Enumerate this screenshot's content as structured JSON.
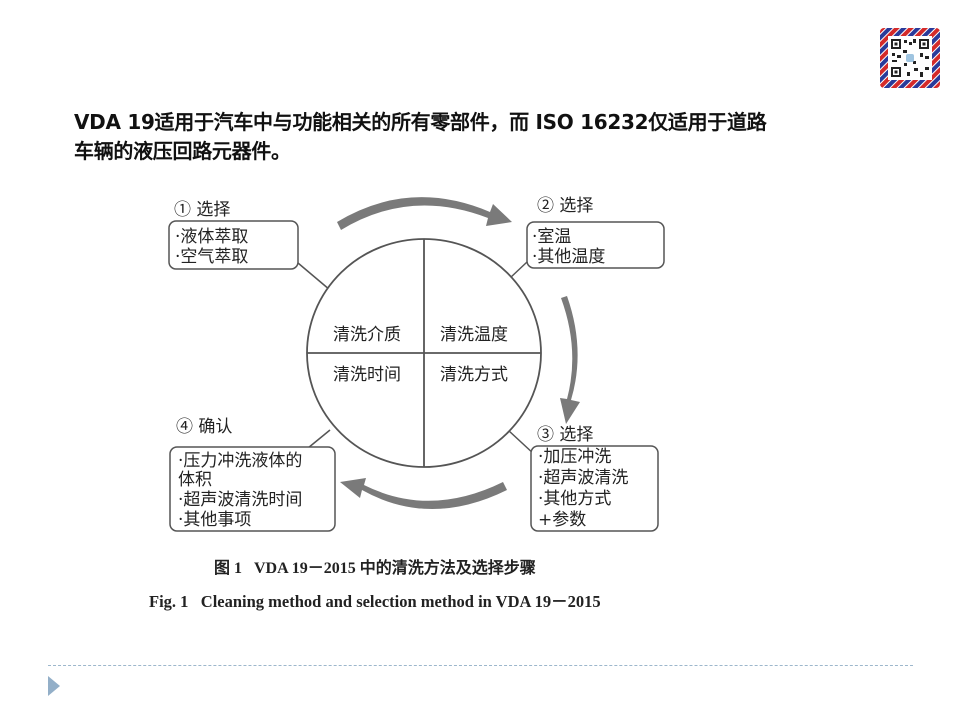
{
  "heading": {
    "line1": "VDA 19适用于汽车中与功能相关的所有零部件，而 ISO 16232仅适用于道路",
    "line2": "车辆的液压回路元器件。"
  },
  "qr_code": {
    "icon": "qr-code-icon",
    "border_colors": [
      "#d42a2a",
      "#2a3a9a"
    ]
  },
  "diagram": {
    "quadrants": [
      "清洗介质",
      "清洗温度",
      "清洗时间",
      "清洗方式"
    ],
    "steps": [
      {
        "title": "① 选择",
        "items": [
          "·液体萃取",
          "·空气萃取"
        ]
      },
      {
        "title": "② 选择",
        "items": [
          "·室温",
          "·其他温度"
        ]
      },
      {
        "title": "③ 选择",
        "items": [
          "·加压冲洗",
          "·超声波清洗",
          "·其他方式",
          "+参数"
        ]
      },
      {
        "title": "④ 确认",
        "items": [
          "·压力冲洗液体的",
          " 体积",
          "·超声波清洗时间",
          "·其他事项"
        ]
      }
    ],
    "arrow_color": "#7a7a7a"
  },
  "caption": {
    "cn": "图 1   VDA 19－2015 中的清洗方法及选择步骤",
    "en": "Fig. 1   Cleaning method and selection method in VDA 19－2015"
  }
}
